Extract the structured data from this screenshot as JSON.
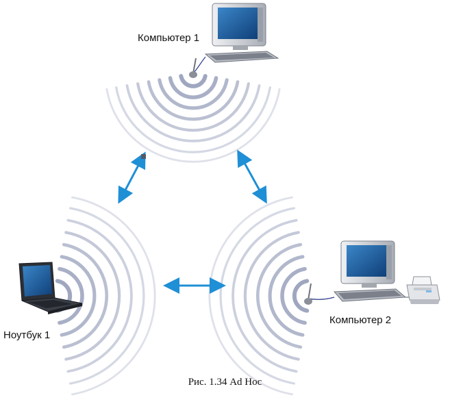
{
  "diagram": {
    "nodes": {
      "computer1": {
        "label": "Компьютер 1",
        "icon": "desktop-computer-icon"
      },
      "laptop1": {
        "label": "Ноутбук 1",
        "icon": "laptop-icon"
      },
      "computer2": {
        "label": "Компьютер 2",
        "icon": "desktop-computer-icon"
      },
      "printer": {
        "icon": "printer-icon"
      }
    },
    "caption": "Рис. 1.34 Ad Hoc",
    "colors": {
      "wave": "#9aa2bd",
      "arrow": "#1f8fd6",
      "monitor_body": "#c9ccd2",
      "screen": "#1e5a9a"
    }
  }
}
